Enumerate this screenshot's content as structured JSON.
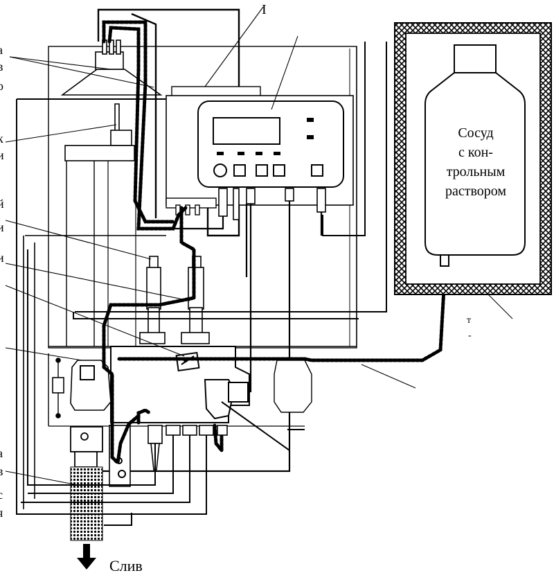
{
  "callouts": {
    "unit_number": "I"
  },
  "vessel": {
    "label_lines": [
      "Сосуд",
      "с кон-",
      "трольным",
      "раствором"
    ]
  },
  "drain": {
    "label": "Слив"
  },
  "left_edge_fragments": [
    "а",
    "в",
    "о",
    "к",
    "и",
    "й",
    "и",
    "и",
    "а",
    "в",
    "с",
    "я"
  ],
  "right_edge_fragments": [
    "т",
    "-"
  ]
}
